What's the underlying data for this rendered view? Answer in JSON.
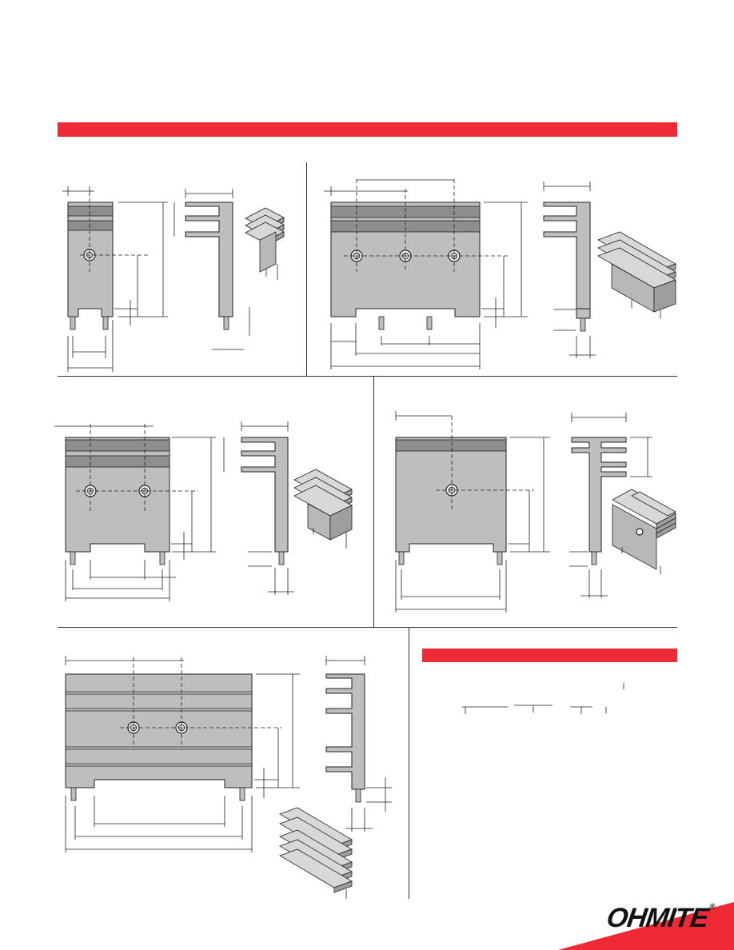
{
  "document": {
    "section_bar_label": "",
    "ordering_bar_label": "",
    "colors": {
      "accent": "#ee2a35",
      "heatsink_face": "#bebec0",
      "heatsink_stripe": "#8e8e90",
      "line": "#222222"
    }
  },
  "drawings": [
    {
      "id": "single-hole-small",
      "holes": 1,
      "fins": 3
    },
    {
      "id": "triple-hole-wide",
      "holes": 3,
      "fins": 3
    },
    {
      "id": "dual-hole-medium",
      "holes": 2,
      "fins": 3
    },
    {
      "id": "single-hole-medium",
      "holes": 1,
      "fins": 4
    },
    {
      "id": "dual-hole-large",
      "holes": 2,
      "fins": 5
    }
  ],
  "brand": {
    "logo_text": "OHMITE",
    "registered_mark": "®"
  }
}
